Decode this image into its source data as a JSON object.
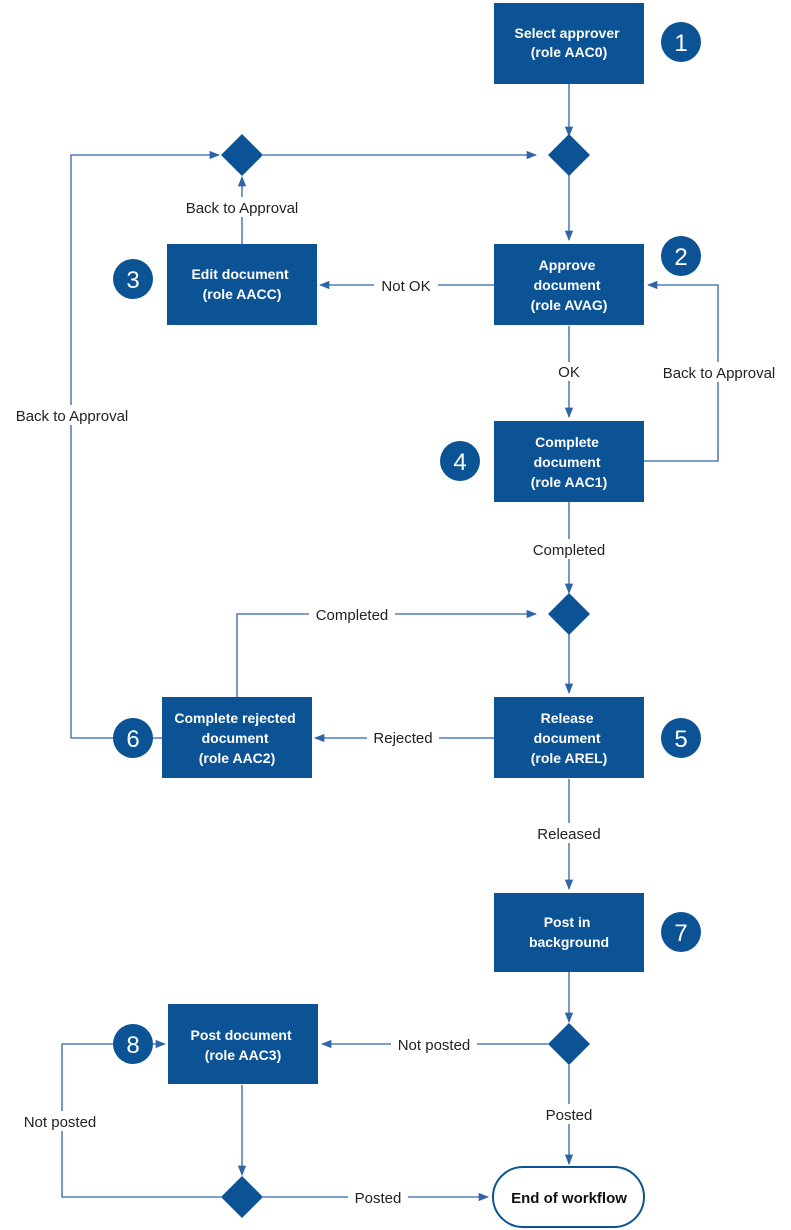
{
  "boxes": {
    "select_approver": [
      "Select approver",
      "(role AAC0)"
    ],
    "approve_document": [
      "Approve",
      "document",
      "(role AVAG)"
    ],
    "edit_document": [
      "Edit document",
      "(role AACC)"
    ],
    "complete_document": [
      "Complete",
      "document",
      "(role AAC1)"
    ],
    "release_document": [
      "Release",
      "document",
      "(role AREL)"
    ],
    "complete_rejected": [
      "Complete rejected",
      "document",
      "(role AAC2)"
    ],
    "post_background": [
      "Post in",
      "background"
    ],
    "post_document": [
      "Post document",
      "(role AAC3)"
    ]
  },
  "end": "End of workflow",
  "steps": [
    "1",
    "2",
    "3",
    "4",
    "5",
    "6",
    "7",
    "8"
  ],
  "labels": {
    "back_to_approval_top": "Back to Approval",
    "not_ok": "Not OK",
    "ok": "OK",
    "back_to_approval_right": "Back to Approval",
    "back_to_approval_left": "Back to Approval",
    "completed_1": "Completed",
    "completed_2": "Completed",
    "rejected": "Rejected",
    "released": "Released",
    "not_posted_1": "Not posted",
    "posted_1": "Posted",
    "not_posted_2": "Not posted",
    "posted_2": "Posted"
  },
  "colors": {
    "box": "#0b5394",
    "connector": "#2e64a8"
  }
}
